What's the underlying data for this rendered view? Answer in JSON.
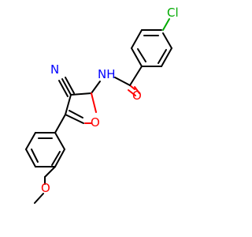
{
  "molecule": {
    "atoms": {
      "chlorine": {
        "symbol": "Cl",
        "color": "#00aa00"
      },
      "amide_nh": {
        "symbol": "NH",
        "color": "#0000ff"
      },
      "nitrile_n": {
        "symbol": "N",
        "color": "#0000ff"
      },
      "carbonyl_o": {
        "symbol": "O",
        "color": "#ff0000"
      },
      "furan_o": {
        "symbol": "O",
        "color": "#ff0000"
      },
      "ether_o": {
        "symbol": "O",
        "color": "#ff0000"
      }
    }
  }
}
